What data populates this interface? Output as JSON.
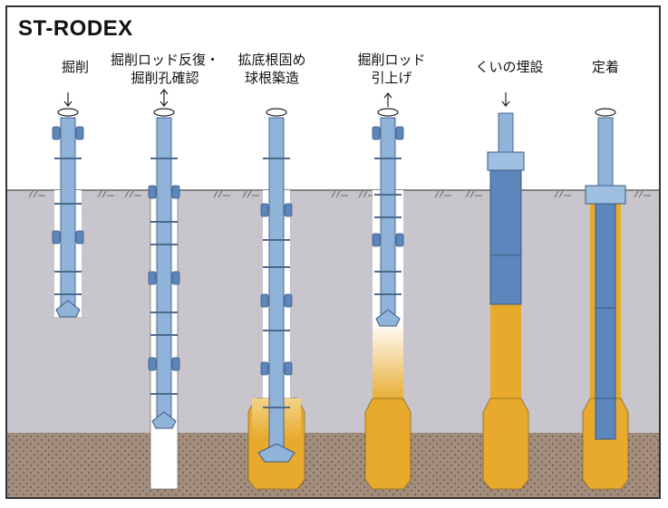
{
  "title": "ST-RODEX",
  "steps": [
    {
      "label_line1": "掘削",
      "label_line2": ""
    },
    {
      "label_line1": "掘削ロッド反復・",
      "label_line2": "掘削孔確認"
    },
    {
      "label_line1": "拡底根固め",
      "label_line2": "球根築造"
    },
    {
      "label_line1": "掘削ロッド",
      "label_line2": "引上げ"
    },
    {
      "label_line1": "くいの埋設",
      "label_line2": ""
    },
    {
      "label_line1": "定着",
      "label_line2": ""
    }
  ],
  "colors": {
    "ground": "#c8c6cc",
    "bearing_layer": "#a38d7c",
    "rod": "#8fb3d9",
    "pile": "#5d86bd",
    "cement": "#e7aa2c",
    "sky": "#ffffff"
  }
}
